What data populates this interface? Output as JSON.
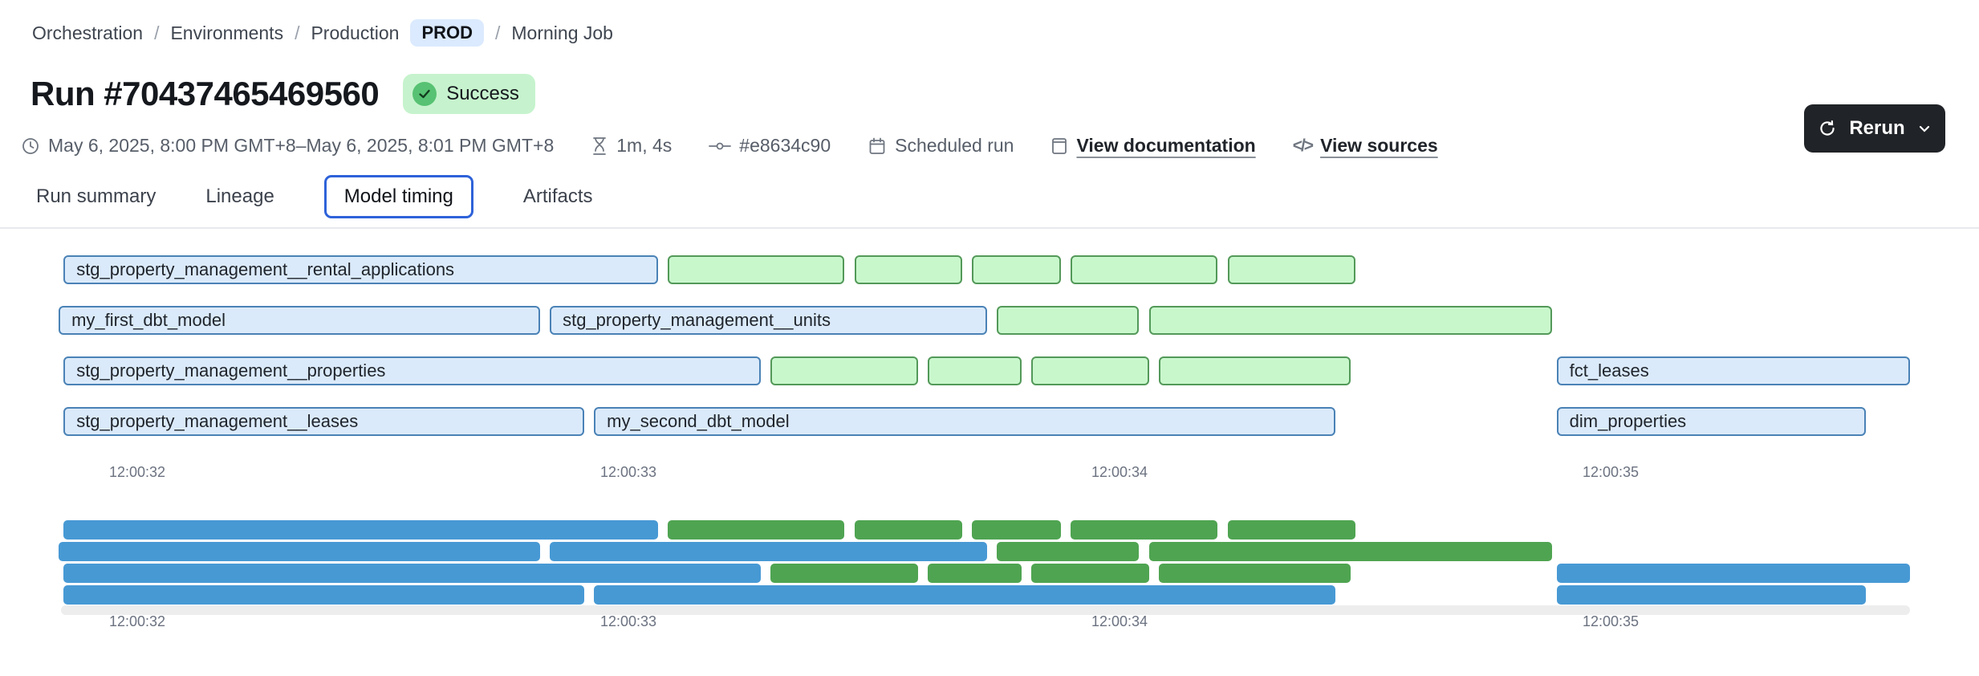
{
  "breadcrumb": {
    "separator": "/",
    "items": [
      "Orchestration",
      "Environments",
      "Production"
    ],
    "env_badge": "PROD",
    "current": "Morning Job"
  },
  "header": {
    "title": "Run #70437465469560",
    "status_label": "Success"
  },
  "meta": {
    "time_range": "May 6, 2025, 8:00 PM GMT+8–May 6, 2025, 8:01 PM GMT+8",
    "duration": "1m, 4s",
    "commit": "#e8634c90",
    "trigger": "Scheduled run",
    "doc_link": "View documentation",
    "sources_link": "View sources"
  },
  "actions": {
    "rerun_label": "Rerun"
  },
  "tabs": [
    {
      "label": "Run summary",
      "selected": false
    },
    {
      "label": "Lineage",
      "selected": false
    },
    {
      "label": "Model timing",
      "selected": true
    },
    {
      "label": "Artifacts",
      "selected": false
    }
  ],
  "chart_data": {
    "type": "gantt",
    "title": "Model timing",
    "time_axis": {
      "tick_labels": [
        "12:00:32",
        "12:00:33",
        "12:00:34",
        "12:00:35"
      ],
      "tick_times": [
        32,
        33,
        34,
        35
      ]
    },
    "rows": [
      [
        {
          "label": "stg_property_management__rental_applications",
          "color": "blue",
          "start": 31.85,
          "end": 33.06
        },
        {
          "label": "",
          "color": "green",
          "start": 33.08,
          "end": 33.44
        },
        {
          "label": "",
          "color": "green",
          "start": 33.46,
          "end": 33.68
        },
        {
          "label": "",
          "color": "green",
          "start": 33.7,
          "end": 33.88
        },
        {
          "label": "",
          "color": "green",
          "start": 33.9,
          "end": 34.2
        },
        {
          "label": "",
          "color": "green",
          "start": 34.22,
          "end": 34.48
        }
      ],
      [
        {
          "label": "my_first_dbt_model",
          "color": "blue",
          "start": 31.84,
          "end": 32.82
        },
        {
          "label": "stg_property_management__units",
          "color": "blue",
          "start": 32.84,
          "end": 33.73
        },
        {
          "label": "",
          "color": "green",
          "start": 33.75,
          "end": 34.04
        },
        {
          "label": "",
          "color": "green",
          "start": 34.06,
          "end": 34.88
        }
      ],
      [
        {
          "label": "stg_property_management__properties",
          "color": "blue",
          "start": 31.85,
          "end": 33.27
        },
        {
          "label": "",
          "color": "green",
          "start": 33.29,
          "end": 33.59
        },
        {
          "label": "",
          "color": "green",
          "start": 33.61,
          "end": 33.8
        },
        {
          "label": "",
          "color": "green",
          "start": 33.82,
          "end": 34.06
        },
        {
          "label": "",
          "color": "green",
          "start": 34.08,
          "end": 34.47
        },
        {
          "label": "fct_leases",
          "color": "blue",
          "start": 34.89,
          "end": 35.61
        }
      ],
      [
        {
          "label": "stg_property_management__leases",
          "color": "blue",
          "start": 31.85,
          "end": 32.91
        },
        {
          "label": "my_second_dbt_model",
          "color": "blue",
          "start": 32.93,
          "end": 34.44
        },
        {
          "label": "dim_properties",
          "color": "blue",
          "start": 34.89,
          "end": 35.52
        }
      ]
    ]
  },
  "colors": {
    "gantt_blue_fill": "#dbeafa",
    "gantt_blue_border": "#4a82b6",
    "gantt_green_fill": "#c9f7cc",
    "gantt_green_border": "#539959",
    "minimap_blue": "#4799d4",
    "minimap_green": "#4fa451",
    "status_badge_bg": "#c6f3cd",
    "status_circle": "#57c273",
    "env_badge_bg": "#dbeafe",
    "selected_tab_border": "#2e62d9",
    "rerun_button_bg": "#202327"
  }
}
